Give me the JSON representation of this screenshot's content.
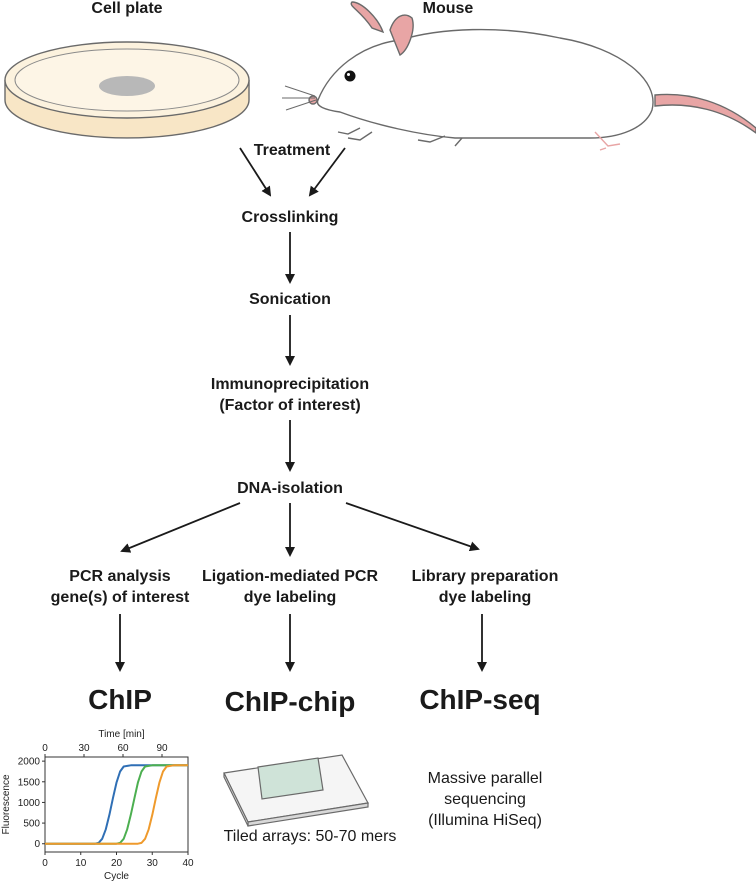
{
  "top_labels": {
    "cell_plate": "Cell plate",
    "mouse": "Mouse"
  },
  "steps": {
    "treatment": "Treatment",
    "crosslinking": "Crosslinking",
    "sonication": "Sonication",
    "immunoprecipitation_line1": "Immunoprecipitation",
    "immunoprecipitation_line2": "(Factor of interest)",
    "dna_isolation": "DNA-isolation"
  },
  "branches": {
    "pcr": {
      "line1": "PCR analysis",
      "line2": "gene(s) of interest",
      "method": "ChIP"
    },
    "lm_pcr": {
      "line1": "Ligation-mediated PCR",
      "line2": "dye labeling",
      "method": "ChIP-chip"
    },
    "library": {
      "line1": "Library preparation",
      "line2": "dye labeling",
      "method": "ChIP-seq"
    }
  },
  "array_caption": "Tiled arrays: 50-70 mers",
  "sequencing_caption": {
    "line1": "Massive parallel",
    "line2": "sequencing",
    "line3": "(Illumina HiSeq)"
  },
  "colors": {
    "arrow": "#1a1a1a",
    "plate_fill": "#fbf0dc",
    "plate_spot": "#b8b8b8",
    "mouse_pink": "#e8a5a5",
    "slide_glass": "#cfe3d8",
    "curve_blue": "#2f6fb5",
    "curve_green": "#4caf50",
    "curve_orange": "#ef9a2c"
  },
  "chart_data": {
    "type": "line",
    "xlabel": "Cycle",
    "ylabel": "Fluorescence",
    "x2label": "Time [min]",
    "xlim": [
      0,
      40
    ],
    "ylim": [
      -200,
      2100
    ],
    "x_ticks": [
      "0",
      "10",
      "20",
      "30",
      "40"
    ],
    "y_ticks": [
      "0",
      "500",
      "1000",
      "1500",
      "2000"
    ],
    "x2_ticks": [
      "0",
      "30",
      "60",
      "90"
    ],
    "x2_tick_positions": [
      0,
      30,
      60,
      90
    ],
    "x2_range": [
      0,
      110
    ],
    "grid": false,
    "series": [
      {
        "color": "blue",
        "x": [
          0,
          14,
          15,
          16,
          17,
          18,
          19,
          20,
          21,
          22,
          24,
          30,
          40
        ],
        "y": [
          0,
          0,
          20,
          120,
          350,
          700,
          1100,
          1480,
          1750,
          1870,
          1900,
          1900,
          1900
        ]
      },
      {
        "color": "green",
        "x": [
          0,
          20,
          21,
          22,
          23,
          24,
          25,
          26,
          27,
          28,
          30,
          35,
          40
        ],
        "y": [
          0,
          0,
          20,
          120,
          350,
          700,
          1100,
          1480,
          1750,
          1870,
          1900,
          1900,
          1900
        ]
      },
      {
        "color": "orange",
        "x": [
          0,
          26,
          27,
          28,
          29,
          30,
          31,
          32,
          33,
          34,
          36,
          38,
          40
        ],
        "y": [
          0,
          0,
          20,
          120,
          350,
          700,
          1100,
          1480,
          1750,
          1870,
          1900,
          1900,
          1900
        ]
      }
    ]
  }
}
